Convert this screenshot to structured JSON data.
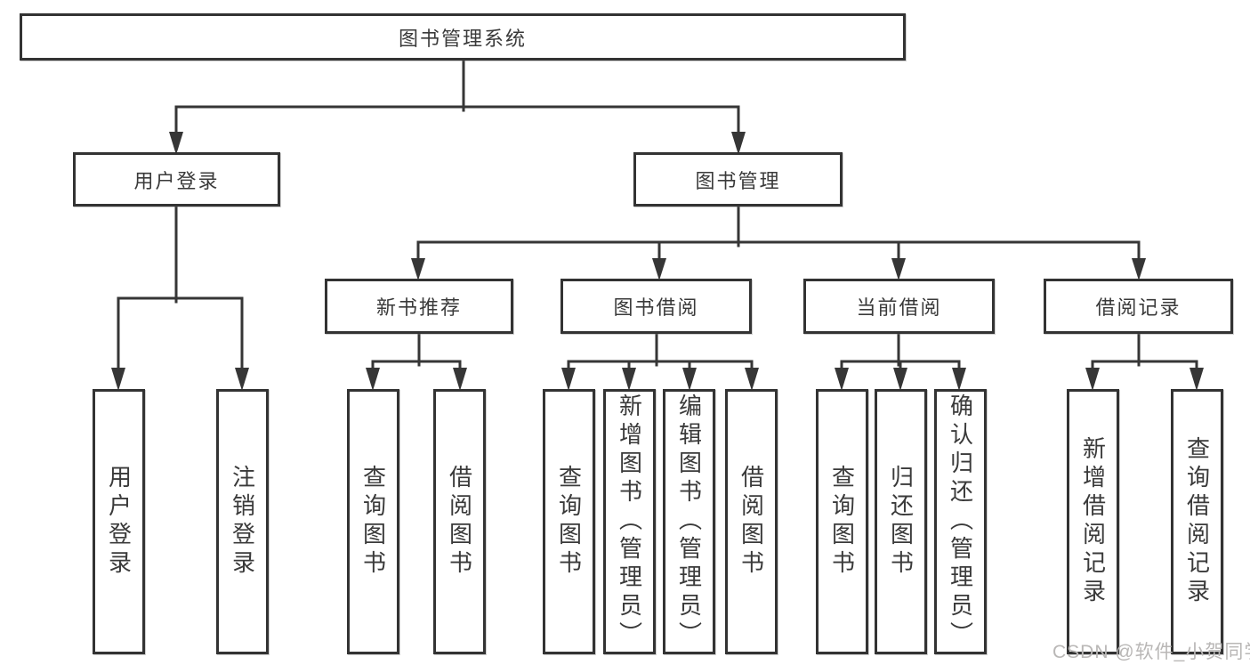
{
  "diagram_type": "hierarchy-tree",
  "tree": {
    "label": "图书管理系统",
    "children": [
      {
        "label": "用户登录",
        "children": [
          {
            "label": "用户登录"
          },
          {
            "label": "注销登录"
          }
        ]
      },
      {
        "label": "图书管理",
        "children": [
          {
            "label": "新书推荐",
            "children": [
              {
                "label": "查询图书"
              },
              {
                "label": "借阅图书"
              }
            ]
          },
          {
            "label": "图书借阅",
            "children": [
              {
                "label": "查询图书"
              },
              {
                "label": "新增图书（管理员）"
              },
              {
                "label": "编辑图书（管理员）"
              },
              {
                "label": "借阅图书"
              }
            ]
          },
          {
            "label": "当前借阅",
            "children": [
              {
                "label": "查询图书"
              },
              {
                "label": "归还图书"
              },
              {
                "label": "确认归还（管理员）"
              }
            ]
          },
          {
            "label": "借阅记录",
            "children": [
              {
                "label": "新增借阅记录"
              },
              {
                "label": "查询借阅记录"
              }
            ]
          }
        ]
      }
    ]
  },
  "watermark": "CSDN @软件_小贺同学",
  "colors": {
    "background": "#ffffff",
    "box_border": "#333333",
    "connector_line": "#363636",
    "node_text": "#3a3a3a",
    "watermark_text": "#b9b7b6"
  }
}
